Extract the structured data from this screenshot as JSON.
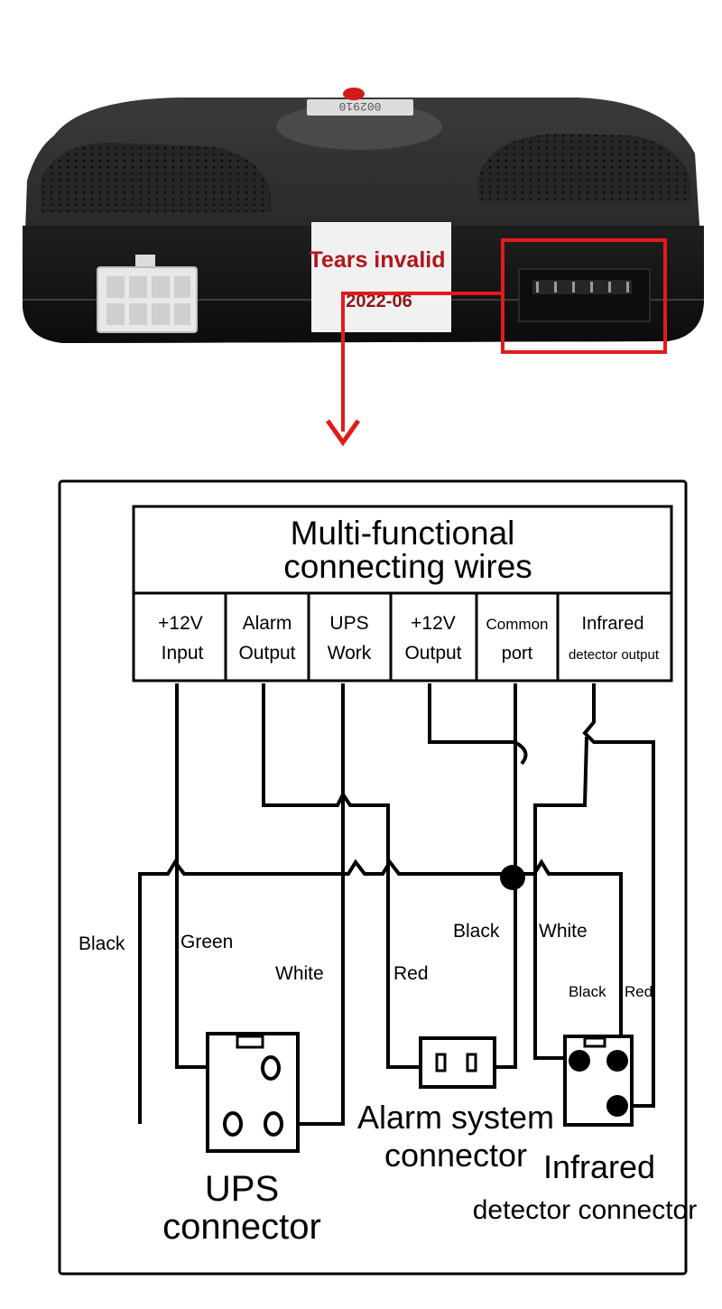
{
  "device": {
    "label_code": "002910",
    "sticker_text": "Tears invalid",
    "sticker_date": "2022-06"
  },
  "diagram": {
    "title_line1": "Multi-functional",
    "title_line2": "connecting wires",
    "columns": [
      {
        "line1": "+12V",
        "line2": "Input"
      },
      {
        "line1": "Alarm",
        "line2": "Output"
      },
      {
        "line1": "UPS",
        "line2": "Work"
      },
      {
        "line1": "+12V",
        "line2": "Output"
      },
      {
        "line1": "Common",
        "line2": "port"
      },
      {
        "line1": "Infrared",
        "line2": "detector output"
      }
    ],
    "wire_labels": {
      "black_ups": "Black",
      "green": "Green",
      "white_ups": "White",
      "red_alarm": "Red",
      "black_alarm": "Black",
      "white_ir": "White",
      "black_ir": "Black",
      "red_ir": "Red"
    },
    "connectors": {
      "ups_line1": "UPS",
      "ups_line2": "connector",
      "alarm_line1": "Alarm system",
      "alarm_line2": "connector",
      "ir_line1": "Infrared",
      "ir_line2": "detector connector"
    }
  }
}
